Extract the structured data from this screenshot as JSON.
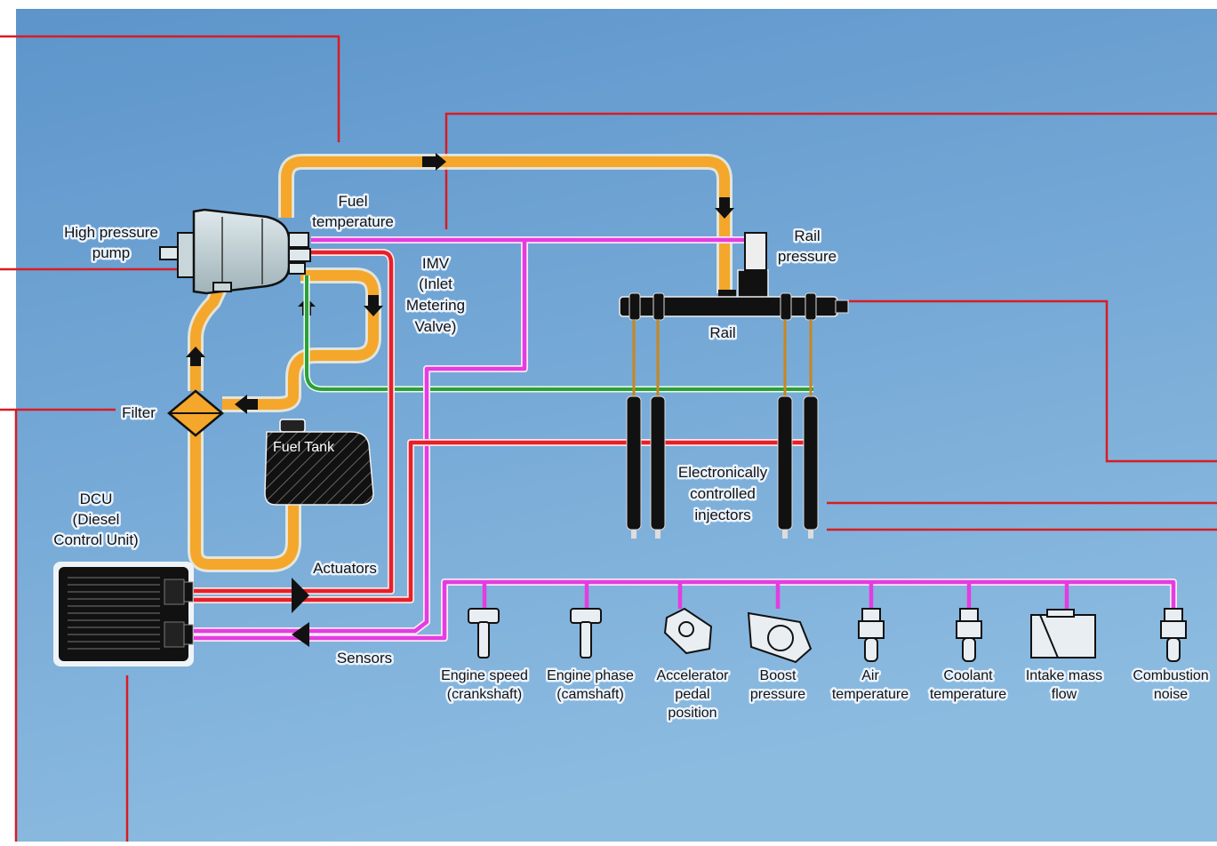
{
  "colors": {
    "background_top": "#5b93c9",
    "background_bottom": "#8ab8dd",
    "low_pressure_fuel": "#f4a72a",
    "return_line": "#2e9e3a",
    "actuator_wire": "#e5202a",
    "sensor_wire": "#e43ce0",
    "callout_line": "#d81c22"
  },
  "labels": {
    "high_pressure_pump": [
      "High pressure",
      "pump"
    ],
    "fuel_temperature": [
      "Fuel",
      "temperature"
    ],
    "imv": [
      "IMV",
      "(Inlet",
      "Metering",
      "Valve)"
    ],
    "rail_pressure": [
      "Rail",
      "pressure"
    ],
    "rail": "Rail",
    "filter": "Filter",
    "fuel_tank": "Fuel Tank",
    "dcu": [
      "DCU",
      "(Diesel",
      "Control Unit)"
    ],
    "actuators": "Actuators",
    "sensors": "Sensors",
    "injectors": [
      "Electronically",
      "controlled",
      "injectors"
    ]
  },
  "sensors": [
    {
      "label": [
        "Engine speed",
        "(crankshaft)"
      ],
      "icon": "crank-sensor-icon"
    },
    {
      "label": [
        "Engine phase",
        "(camshaft)"
      ],
      "icon": "cam-sensor-icon"
    },
    {
      "label": [
        "Accelerator",
        "pedal",
        "position"
      ],
      "icon": "pedal-sensor-icon"
    },
    {
      "label": [
        "Boost",
        "pressure"
      ],
      "icon": "boost-sensor-icon"
    },
    {
      "label": [
        "Air",
        "temperature"
      ],
      "icon": "air-temp-sensor-icon"
    },
    {
      "label": [
        "Coolant",
        "temperature"
      ],
      "icon": "coolant-sensor-icon"
    },
    {
      "label": [
        "Intake mass",
        "flow"
      ],
      "icon": "maf-sensor-icon"
    },
    {
      "label": [
        "Combustion",
        "noise"
      ],
      "icon": "knock-sensor-icon"
    }
  ]
}
